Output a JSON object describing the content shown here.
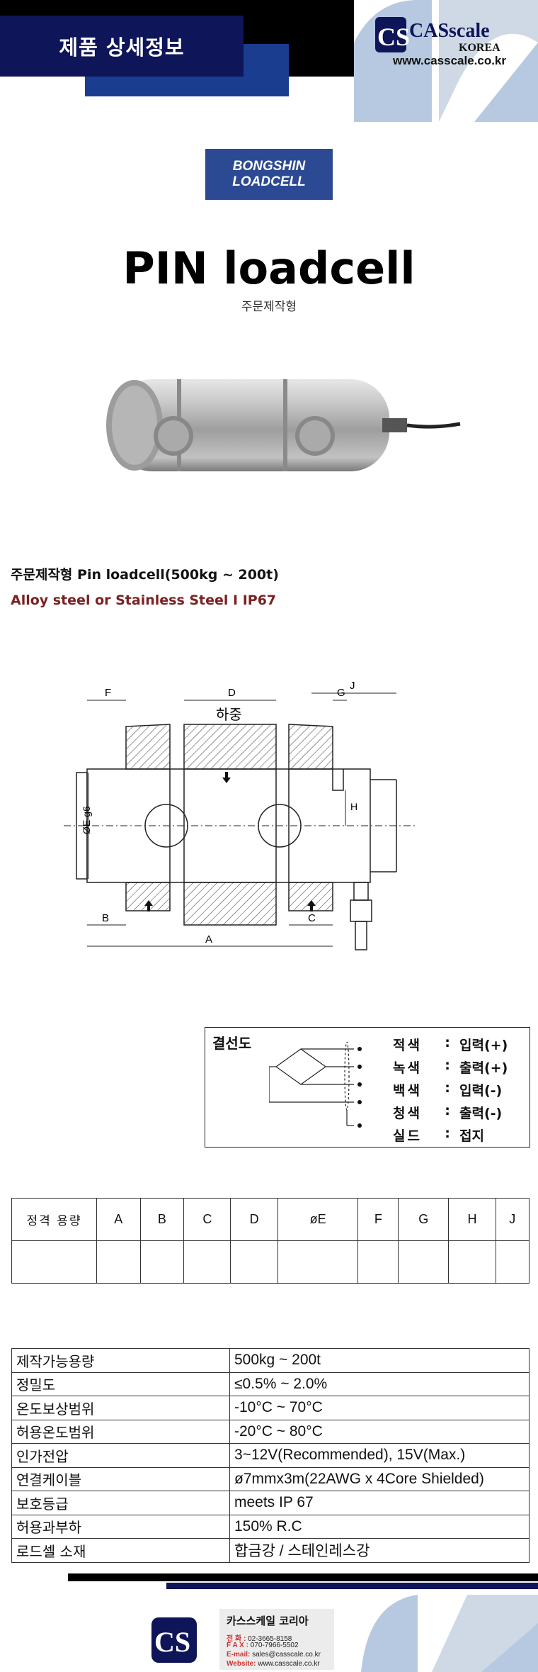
{
  "header": {
    "title": "제품 상세정보",
    "logo_text": "CASscale",
    "logo_sub": "KOREA",
    "url": "www.casscale.co.kr"
  },
  "brand": {
    "line1": "BONGSHIN",
    "line2": "LOADCELL"
  },
  "product": {
    "title": "PIN loadcell",
    "subtitle": "주문제작형",
    "desc_line": "주문제작형 Pin loadcell(500kg ~ 200t)",
    "material_line": "Alloy steel or Stainless Steel  I  IP67"
  },
  "drawing": {
    "labels": {
      "F": "F",
      "D": "D",
      "J": "J",
      "G": "G",
      "H": "H",
      "B": "B",
      "C": "C",
      "A": "A",
      "E": "ØE g6",
      "load": "하중"
    }
  },
  "wiring": {
    "title": "결선도",
    "rows": [
      {
        "color": "적색",
        "sep": ":",
        "fn": "입력(+)"
      },
      {
        "color": "녹색",
        "sep": ":",
        "fn": "출력(+)"
      },
      {
        "color": "백색",
        "sep": ":",
        "fn": "입력(-)"
      },
      {
        "color": "청색",
        "sep": ":",
        "fn": "출력(-)"
      },
      {
        "color": "실드",
        "sep": ":",
        "fn": "접지"
      }
    ]
  },
  "dim_table": {
    "headers": [
      "정격 용량",
      "A",
      "B",
      "C",
      "D",
      "øE",
      "F",
      "G",
      "H",
      "J"
    ]
  },
  "spec_table": {
    "rows": [
      {
        "key": "제작가능용량",
        "value": "500kg ~ 200t"
      },
      {
        "key": "정밀도",
        "value": "≤0.5% ~ 2.0%"
      },
      {
        "key": "온도보상범위",
        "value": "-10°C ~ 70°C"
      },
      {
        "key": "허용온도범위",
        "value": "-20°C ~ 80°C"
      },
      {
        "key": "인가전압",
        "value": "3~12V(Recommended), 15V(Max.)"
      },
      {
        "key": "연결케이블",
        "value": "ø7mmx3m(22AWG x 4Core Shielded)"
      },
      {
        "key": "보호등급",
        "value": "meets IP 67"
      },
      {
        "key": "허용과부하",
        "value": "150% R.C"
      },
      {
        "key": "로드셀 소재",
        "value": "합금강 / 스테인레스강"
      }
    ]
  },
  "footer": {
    "company": "카스스케일 코리아",
    "tel_label": "전 화 :",
    "tel": "02-3665-8158",
    "fax_label": "F A X :",
    "fax": "070-7966-5502",
    "email_label": "E-mail:",
    "email": "sales@casscale.co.kr",
    "web_label": "Website:",
    "web": "www.casscale.co.kr"
  },
  "colors": {
    "navy": "#0e1558",
    "blue": "#1a3d8f",
    "brand_blue": "#2c4a93",
    "accent_red": "#7a2222",
    "light_blue_shape": "#b7c9e0"
  }
}
